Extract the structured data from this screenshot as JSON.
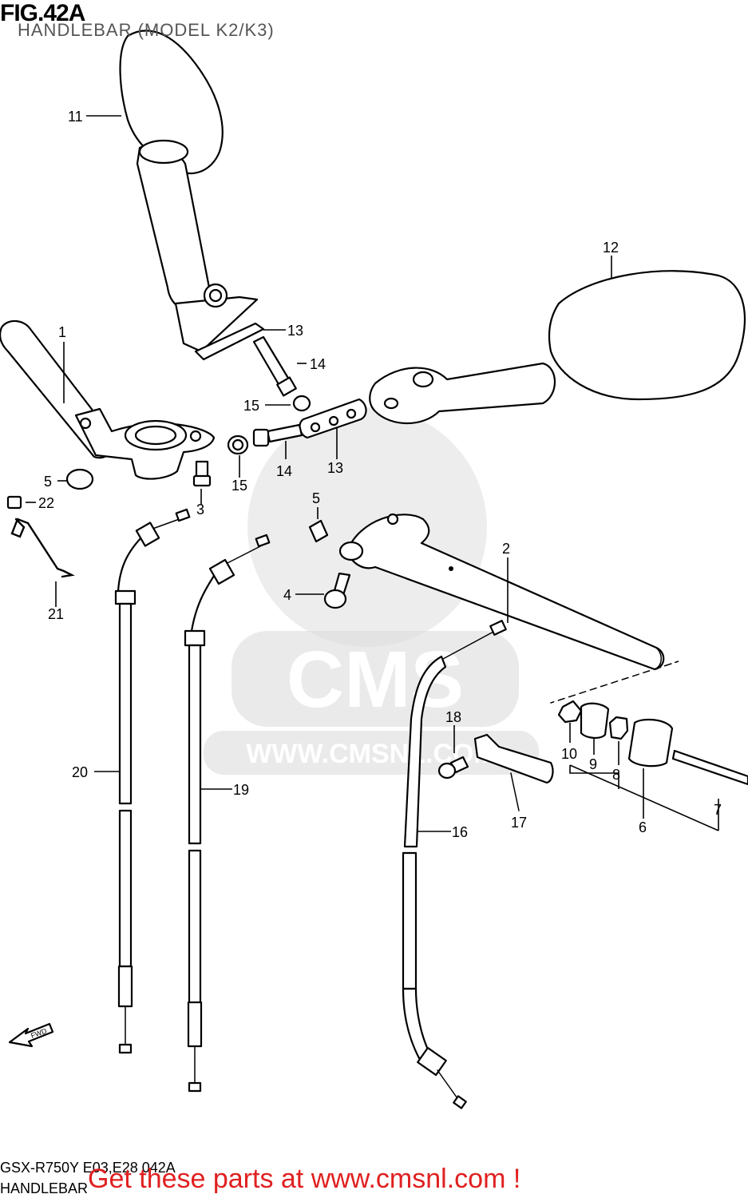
{
  "figure": {
    "id": "FIG.42A",
    "title": "HANDLEBAR (MODEL K2/K3)"
  },
  "footer": {
    "model_code": "GSX-R750Y E03,E28  042A",
    "section_name": "HANDLEBAR",
    "promo": "Get these parts at www.cmsnl.com !"
  },
  "watermark": {
    "logo_text": "CMS",
    "url_text": "WWW.CMSNL.COM"
  },
  "direction_marker": "FWD",
  "callouts": [
    "11",
    "12",
    "1",
    "13",
    "14",
    "15",
    "14",
    "13",
    "15",
    "5",
    "3",
    "22",
    "21",
    "5",
    "2",
    "4",
    "18",
    "20",
    "19",
    "16",
    "17",
    "10",
    "9",
    "8",
    "6",
    "7"
  ],
  "colors": {
    "promo": "#e02020",
    "subtitle": "#555555",
    "watermark": "#d6d6d6",
    "line": "#000000"
  }
}
